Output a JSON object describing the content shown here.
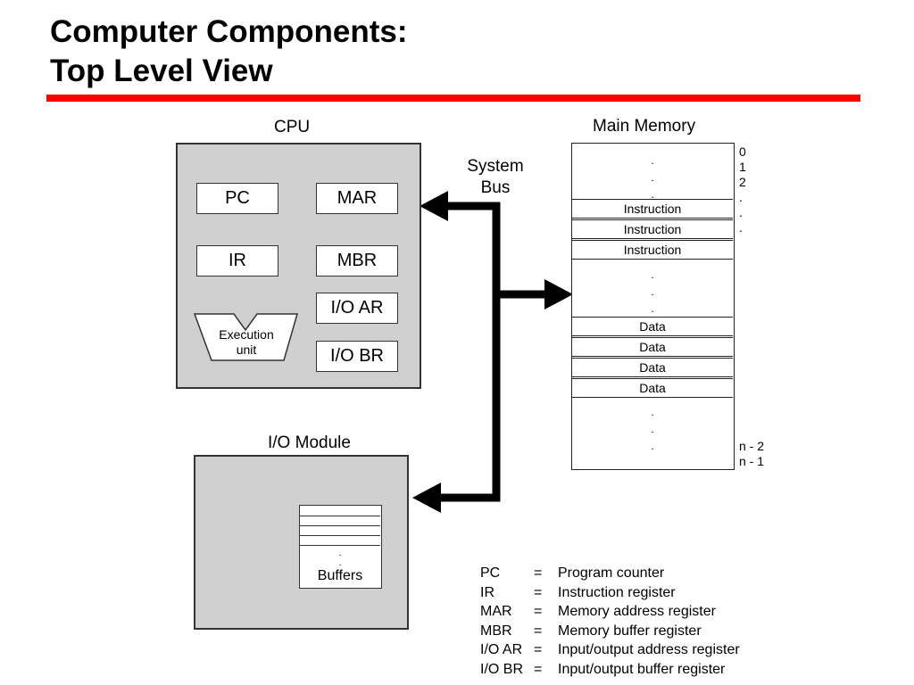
{
  "slide": {
    "title_line1": "Computer Components:",
    "title_line2": "Top Level View",
    "accent_color": "#ff0000"
  },
  "cpu": {
    "label": "CPU",
    "registers": {
      "pc": "PC",
      "mar": "MAR",
      "ir": "IR",
      "mbr": "MBR",
      "io_ar": "I/O AR",
      "io_br": "I/O BR"
    },
    "execution_unit_line1": "Execution",
    "execution_unit_line2": "unit"
  },
  "system_bus": {
    "line1": "System",
    "line2": "Bus"
  },
  "main_memory": {
    "label": "Main Memory",
    "instruction_cells": [
      "Instruction",
      "Instruction",
      "Instruction"
    ],
    "data_cells": [
      "Data",
      "Data",
      "Data",
      "Data"
    ],
    "addresses_top": [
      "0",
      "1",
      "2",
      ".",
      ".",
      "."
    ],
    "addresses_bottom": [
      "n - 2",
      "n - 1"
    ]
  },
  "io_module": {
    "label": "I/O Module",
    "buffers_label": "Buffers"
  },
  "legend": [
    {
      "abbr": "PC",
      "eq": "=",
      "desc": "Program counter"
    },
    {
      "abbr": "IR",
      "eq": "=",
      "desc": "Instruction register"
    },
    {
      "abbr": "MAR",
      "eq": "=",
      "desc": "Memory address register"
    },
    {
      "abbr": "MBR",
      "eq": "=",
      "desc": "Memory buffer register"
    },
    {
      "abbr": "I/O AR",
      "eq": "=",
      "desc": "Input/output address register"
    },
    {
      "abbr": "I/O BR",
      "eq": "=",
      "desc": "Input/output buffer register"
    }
  ]
}
